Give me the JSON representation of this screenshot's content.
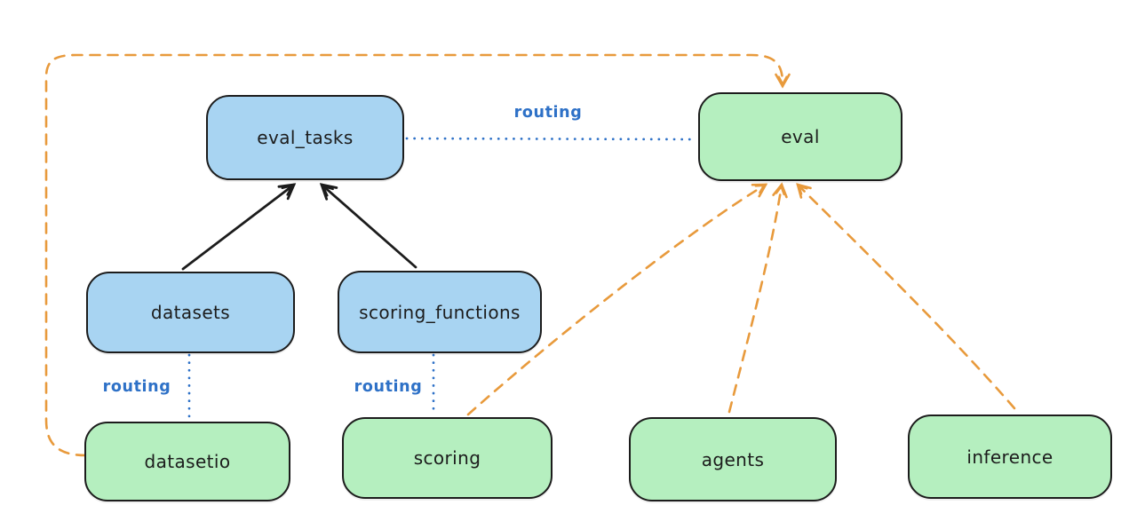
{
  "diagram": {
    "type": "architecture-diagram",
    "nodes": {
      "eval_tasks": {
        "label": "eval_tasks",
        "fill": "blue"
      },
      "eval": {
        "label": "eval",
        "fill": "green"
      },
      "datasets": {
        "label": "datasets",
        "fill": "blue"
      },
      "scoring_functions": {
        "label": "scoring_functions",
        "fill": "blue"
      },
      "datasetio": {
        "label": "datasetio",
        "fill": "green"
      },
      "scoring": {
        "label": "scoring",
        "fill": "green"
      },
      "agents": {
        "label": "agents",
        "fill": "green"
      },
      "inference": {
        "label": "inference",
        "fill": "green"
      }
    },
    "edges": {
      "eval_tasks_to_eval": {
        "label": "routing",
        "style": "dotted",
        "color": "blue"
      },
      "datasets_to_datasetio": {
        "label": "routing",
        "style": "dotted",
        "color": "blue"
      },
      "scoring_functions_to_scoring": {
        "label": "routing",
        "style": "dotted",
        "color": "blue"
      },
      "datasets_to_eval_tasks": {
        "style": "solid-arrow",
        "color": "black"
      },
      "scoring_functions_to_eval_tasks": {
        "style": "solid-arrow",
        "color": "black"
      },
      "datasetio_to_eval": {
        "style": "dashed-arrow",
        "color": "orange"
      },
      "scoring_to_eval": {
        "style": "dashed-arrow",
        "color": "orange"
      },
      "agents_to_eval": {
        "style": "dashed-arrow",
        "color": "orange"
      },
      "inference_to_eval": {
        "style": "dashed-arrow",
        "color": "orange"
      }
    }
  },
  "colors": {
    "node_blue": "#a8d4f2",
    "node_green": "#b5efbf",
    "stroke": "#1c1c1c",
    "edge_blue": "#2e71c7",
    "edge_orange": "#e89a3c",
    "bg": "#ffffff"
  }
}
